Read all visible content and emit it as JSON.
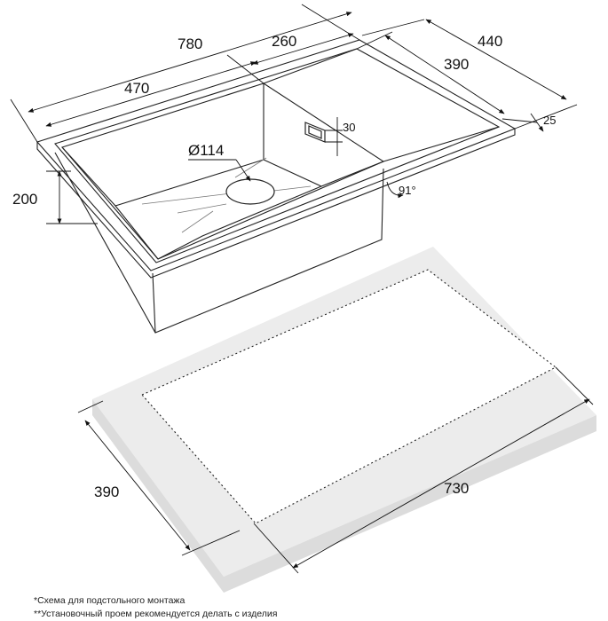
{
  "sink": {
    "dimensions": {
      "total_length": "780",
      "bowl_length": "470",
      "drainer_length": "260",
      "total_width": "440",
      "bowl_width": "390",
      "rim": "25",
      "overflow_height": "30",
      "bowl_depth": "200",
      "drain_diameter": "Ø114",
      "wall_angle": "91°"
    }
  },
  "cutout": {
    "dimensions": {
      "width": "390",
      "length": "730"
    }
  },
  "notes": {
    "line1": "*Схема для подстольного монтажа",
    "line2": "**Установочный проем рекомендуется делать с изделия"
  }
}
